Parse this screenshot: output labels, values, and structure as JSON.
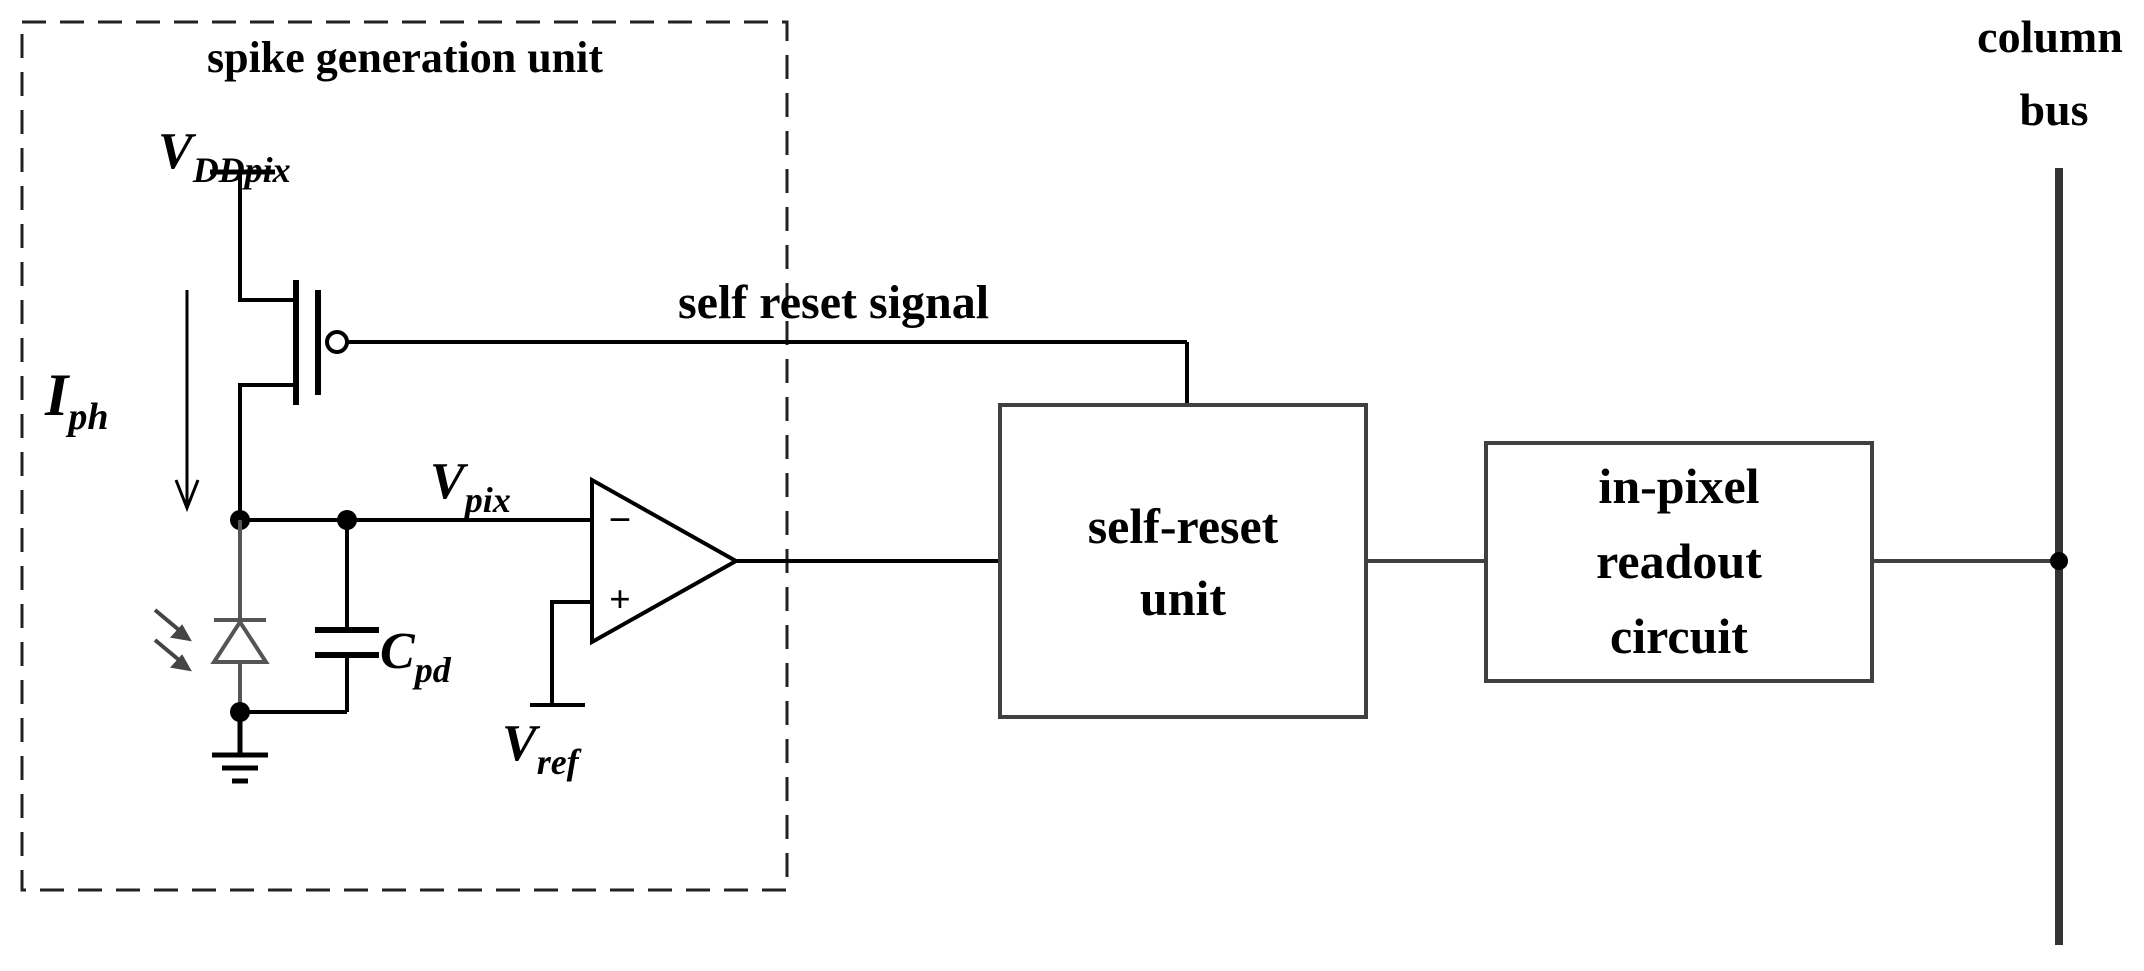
{
  "spike_unit": {
    "title": "spike generation unit"
  },
  "supply": {
    "main": "V",
    "sub": "DDpix"
  },
  "photocurrent": {
    "main": "I",
    "sub": "ph"
  },
  "pixel_node": {
    "main": "V",
    "sub": "pix"
  },
  "capacitor": {
    "main": "C",
    "sub": "pd"
  },
  "reference": {
    "main": "V",
    "sub": "ref"
  },
  "comparator": {
    "minus": "−",
    "plus": "+"
  },
  "signal": {
    "label": "self reset signal"
  },
  "self_reset_block": {
    "line1": "self-reset",
    "line2": "unit"
  },
  "readout_block": {
    "line1": "in-pixel",
    "line2": "readout",
    "line3": "circuit"
  },
  "column_bus": {
    "line1": "column",
    "line2": "bus"
  },
  "colors": {
    "wire": "#000000",
    "block_border": "#404040",
    "diode": "#555555",
    "background": "#ffffff"
  }
}
